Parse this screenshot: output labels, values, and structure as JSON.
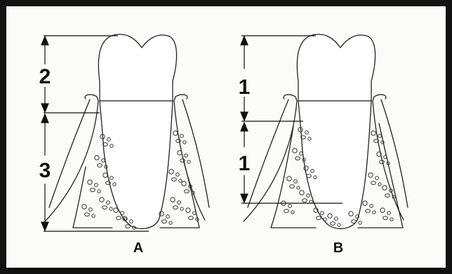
{
  "figure": {
    "panel_a": {
      "caption": "A",
      "crown_measure": "2",
      "root_measure": "3"
    },
    "panel_b": {
      "caption": "B",
      "crown_measure": "1",
      "root_measure": "1"
    }
  }
}
